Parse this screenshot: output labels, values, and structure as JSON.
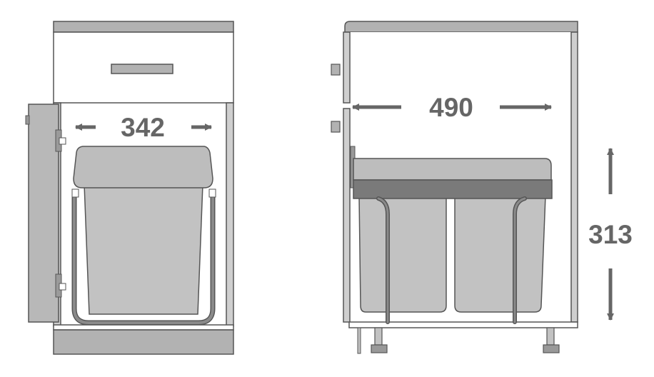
{
  "dimensions": {
    "width_label": "342",
    "depth_label": "490",
    "height_label": "313"
  },
  "colors": {
    "cabinet_fill": "#ffffff",
    "panel_grey": "#b2b2b2",
    "bin_grey": "#c2c2c2",
    "lid_grey": "#bdbdbd",
    "frame_dark": "#7a7a7a",
    "outline": "#555555",
    "dimension_text": "#666666"
  }
}
